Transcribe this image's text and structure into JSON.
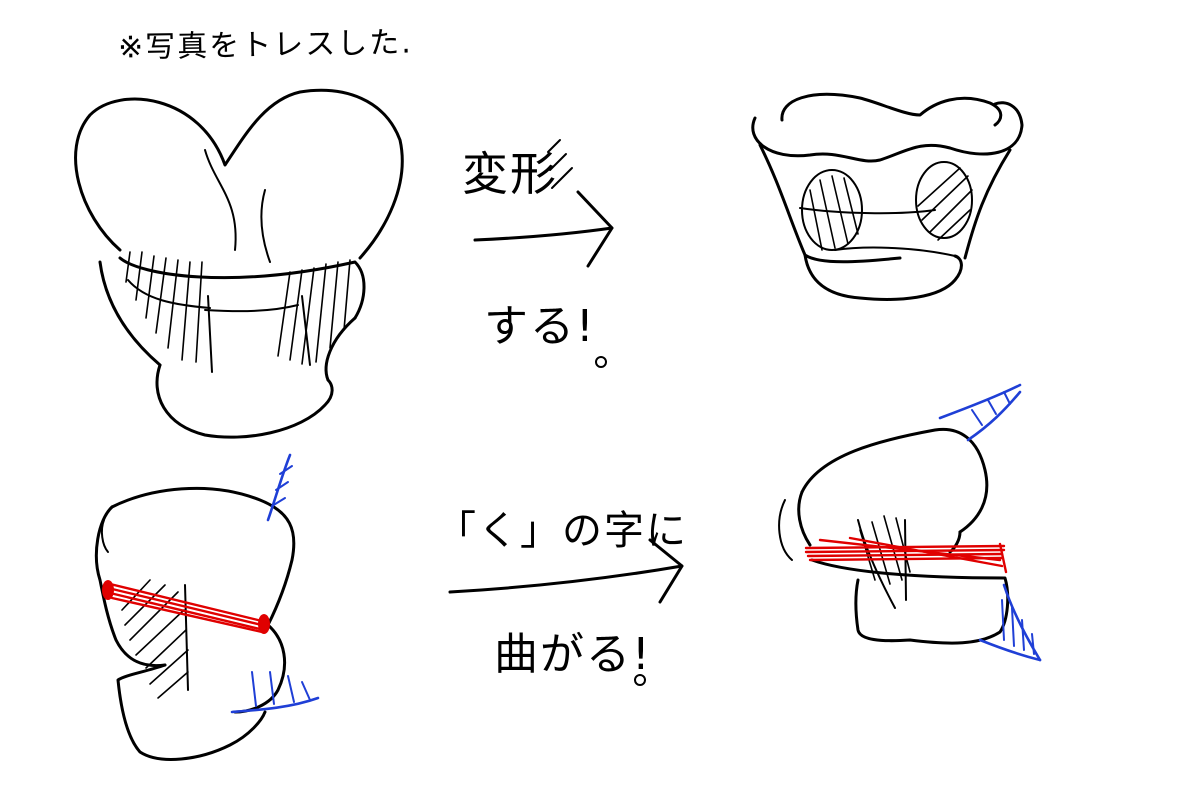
{
  "notes": {
    "tracing_note": "※写真をトレスした."
  },
  "labels": {
    "top_arrow_upper": "変形",
    "top_arrow_lower": "する!",
    "bottom_arrow_upper": "「く」の字に",
    "bottom_arrow_lower": "曲がる!"
  },
  "colors": {
    "outline": "#000000",
    "ligament": "#1f3fd6",
    "axis": "#e00000",
    "background": "#ffffff"
  }
}
